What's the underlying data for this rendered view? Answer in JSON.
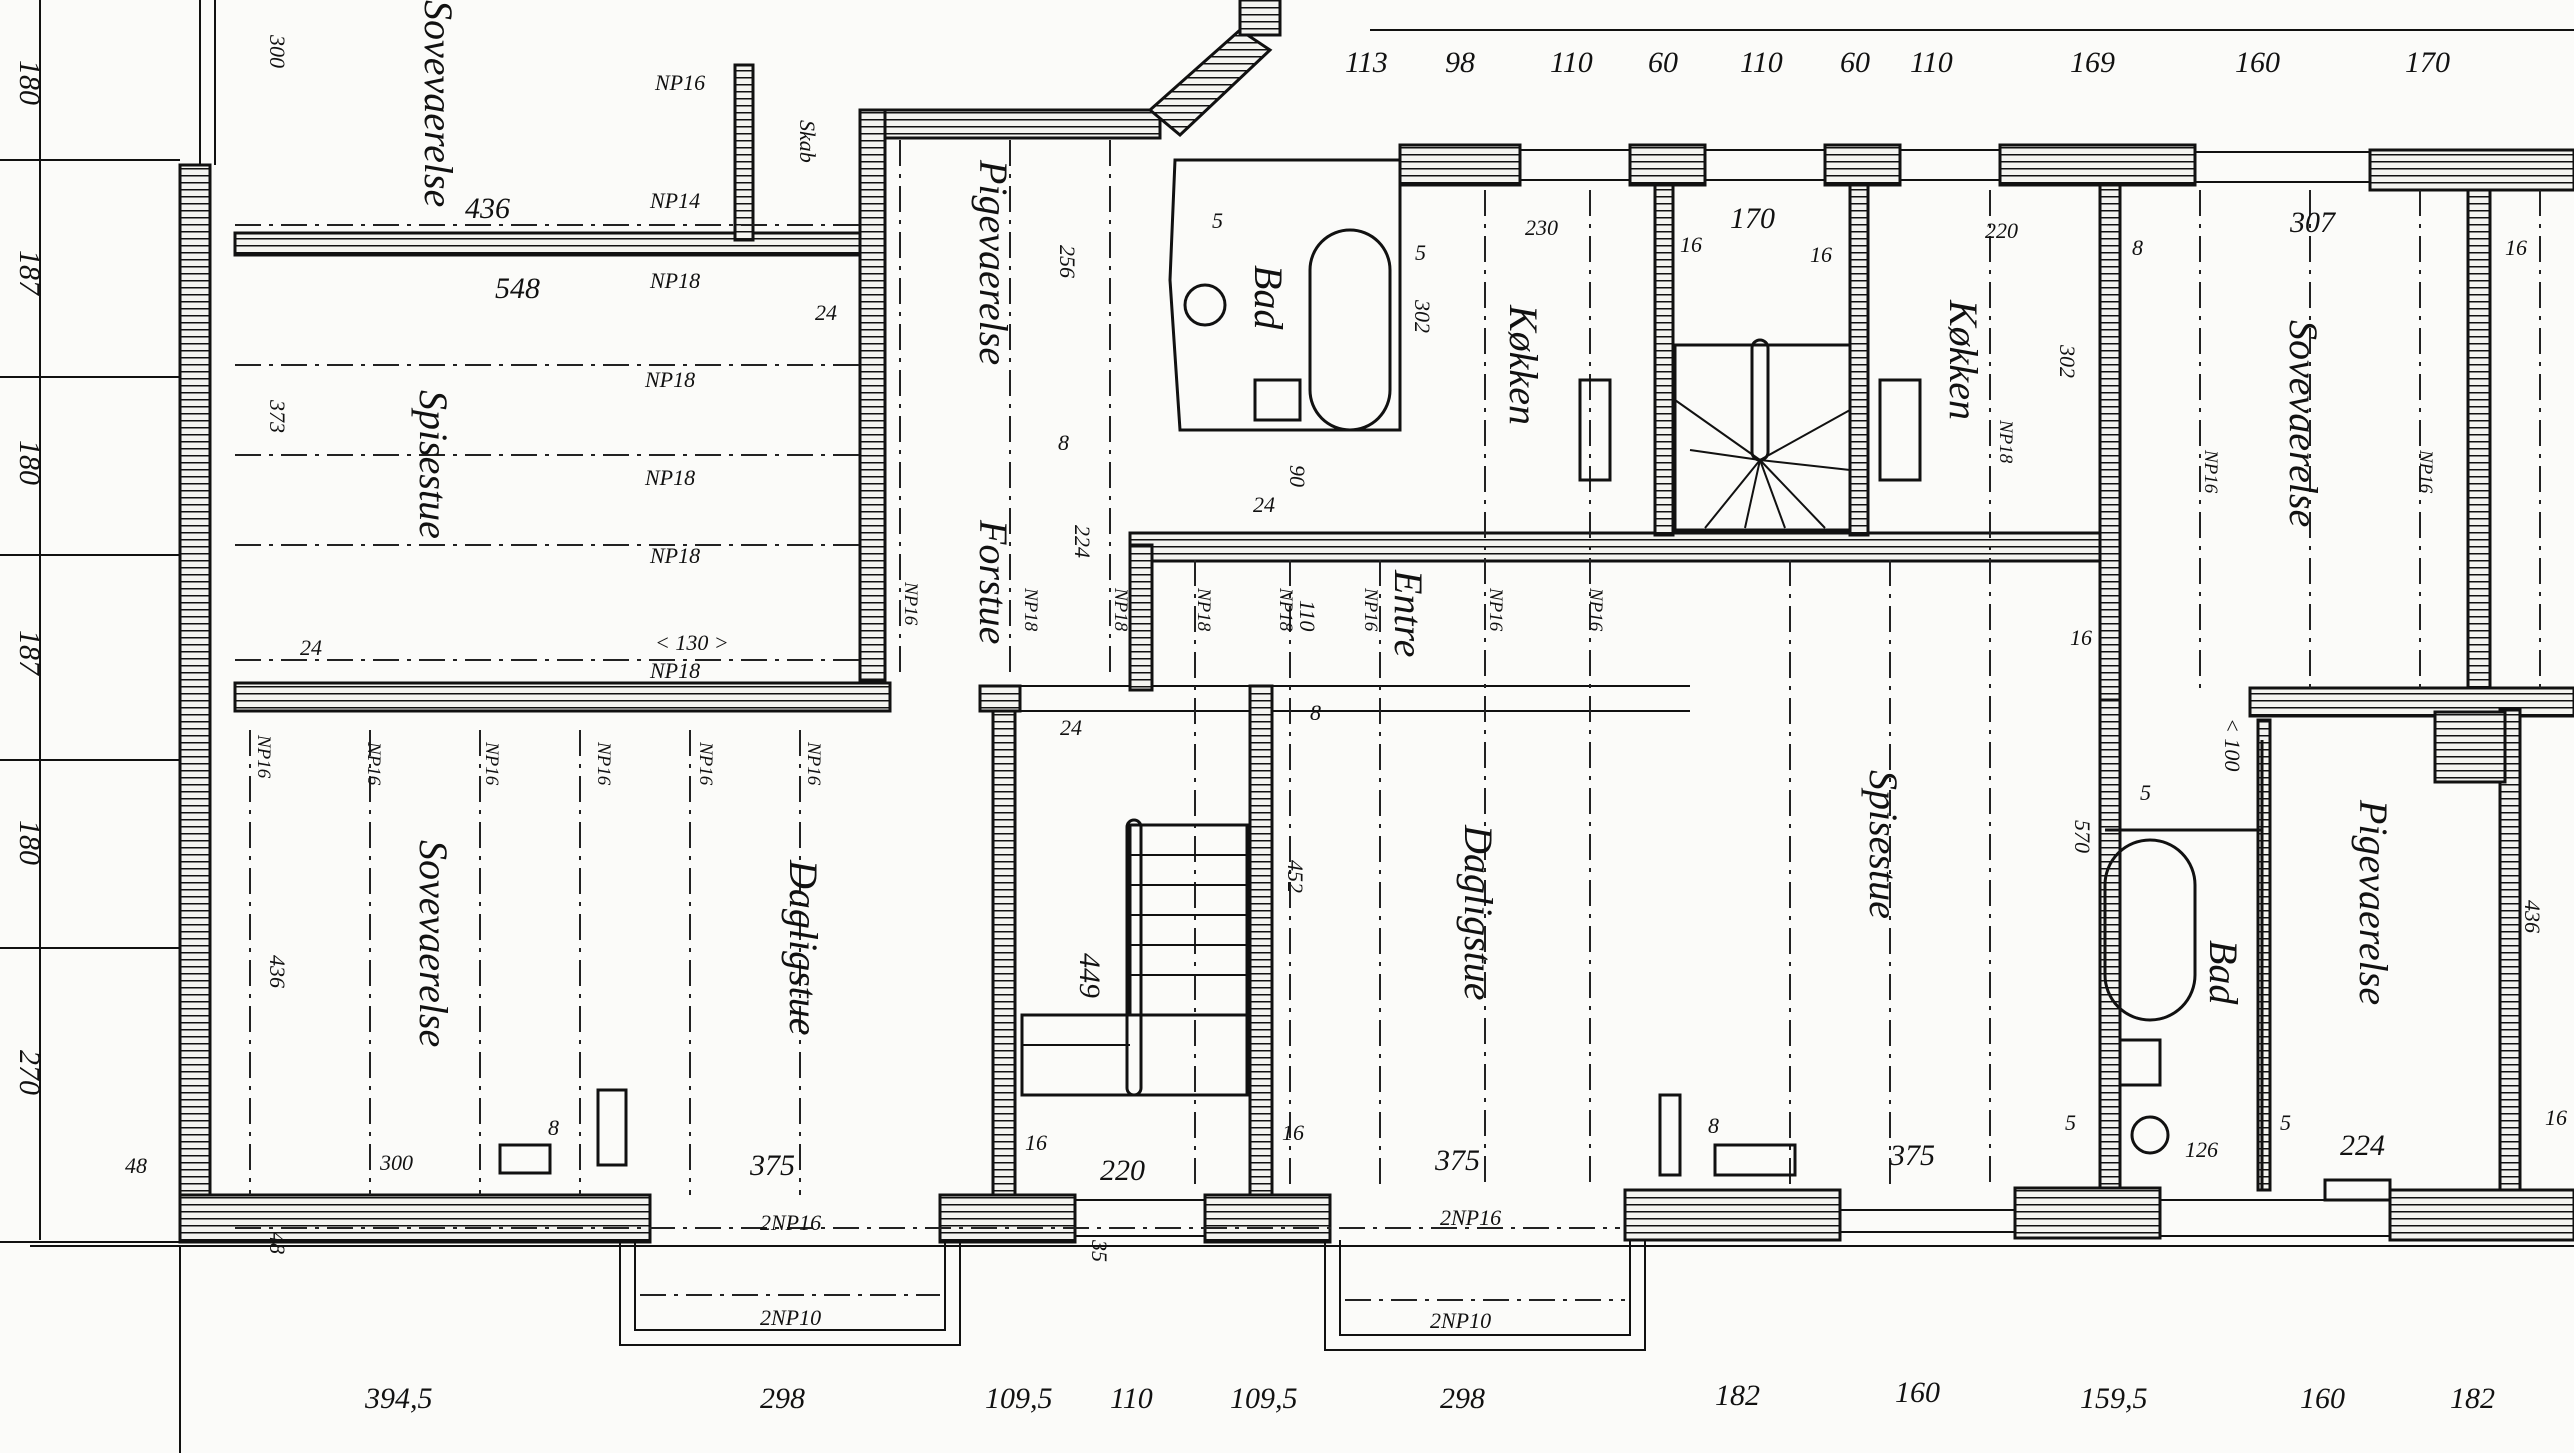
{
  "rooms": {
    "sovevaerelse_top": "Sovevaerelse",
    "skab": "Skab",
    "spisestue_left": "Spisestue",
    "pigevaerelse_top": "Pigevaerelse",
    "bad_top": "Bad",
    "kokken_left": "Køkken",
    "kokken_right": "Køkken",
    "sovevaerelse_right": "Sovevaerelse",
    "forstue": "Forstue",
    "entre": "Entre",
    "sovevaerelse_bottom": "Sovevaerelse",
    "dagligstue_left": "Dagligstue",
    "dagligstue_right": "Dagligstue",
    "spisestue_right": "Spisestue",
    "bad_right": "Bad",
    "pigevaerelse_right": "Pigevaerelse"
  },
  "top_dimensions": [
    "113",
    "98",
    "110",
    "60",
    "110",
    "60",
    "110",
    "169",
    "160",
    "170"
  ],
  "bottom_dimensions": [
    "394,5",
    "298",
    "109,5",
    "110",
    "109,5",
    "298",
    "182",
    "160",
    "159,5",
    "160",
    "182"
  ],
  "left_dimensions": [
    "180",
    "187",
    "180",
    "187",
    "180",
    "270"
  ],
  "beam_labels": {
    "np16_a": "NP16",
    "np14": "NP14",
    "np18_a": "NP18",
    "np18_b": "NP18",
    "np18_c": "NP18",
    "np18_d": "NP18",
    "np18_e": "NP18",
    "np16_b": "NP16",
    "np16_c": "NP16",
    "np16_d": "NP16",
    "np16_e": "NP16",
    "np16_f": "NP16",
    "np16_g": "NP16",
    "np16_h": "NP16",
    "np18_f": "NP18",
    "np18_g": "NP18",
    "np18_h": "NP18",
    "np18_i": "NP18",
    "np16_i": "NP16",
    "np16_j": "NP16",
    "np16_k": "NP16",
    "np16_l": "NP16",
    "np16_m": "NP16",
    "np18_j": "NP18",
    "znp16_a": "2NP16",
    "znp16_b": "2NP16",
    "znp10_a": "2NP10",
    "znp10_b": "2NP10"
  },
  "room_dimensions": {
    "d300_top": "300",
    "d436_top": "436",
    "d548": "548",
    "d24_a": "24",
    "d373": "373",
    "d130": "< 130 >",
    "d24_b": "24",
    "d256": "256",
    "d8_a": "8",
    "d224": "224",
    "d24_c": "24",
    "d90": "90",
    "d302_a": "302",
    "d5_a": "5",
    "d5_b": "5",
    "d230": "230",
    "d170": "170",
    "d16_a": "16",
    "d16_b": "16",
    "d220_top": "220",
    "d302_b": "302",
    "d307": "307",
    "d16_c": "16",
    "d8_b": "8",
    "d110_entre": "110",
    "d24_d": "24",
    "d8_c": "8",
    "d436_bottom": "436",
    "d300_bottom": "300",
    "d48_a": "48",
    "d48_b": "48",
    "d8_d": "8",
    "d375_a": "375",
    "d449": "449",
    "d16_d": "16",
    "d220_bottom": "220",
    "d16_e": "16",
    "d452": "452",
    "d375_b": "375",
    "d8_e": "8",
    "d375_c": "375",
    "d16_f": "16",
    "d570": "570",
    "d100": "< 100",
    "d5_c": "5",
    "d5_d": "5",
    "d126": "126",
    "d5_e": "5",
    "d224_b": "224",
    "d436_right": "436",
    "d16_g": "16",
    "d35": "35"
  }
}
